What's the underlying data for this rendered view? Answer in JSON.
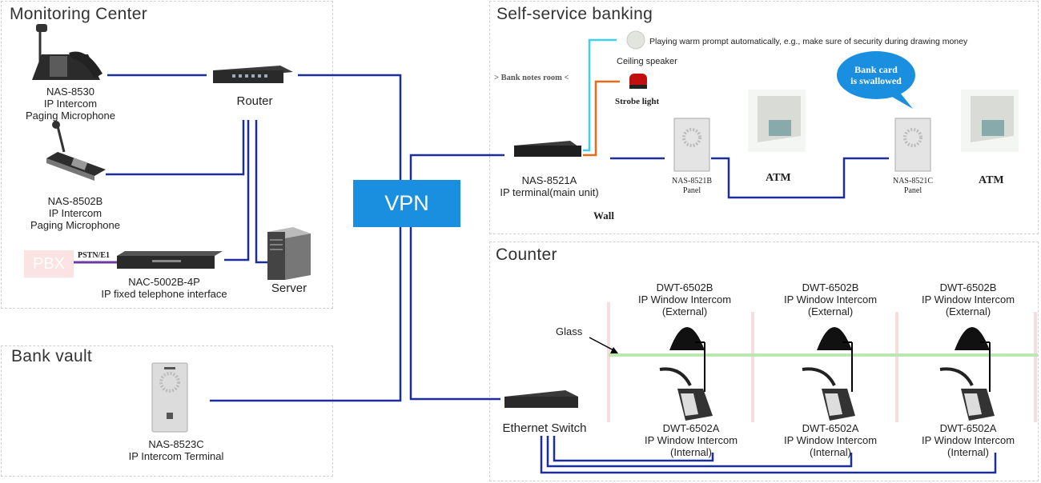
{
  "sections": {
    "monitoring": "Monitoring Center",
    "bank_vault": "Bank vault",
    "self_service": "Self-service banking",
    "counter": "Counter"
  },
  "vpn": "VPN",
  "pbx": "PBX",
  "pstn": "PSTN/E1",
  "devices": {
    "nas8530": [
      "NAS-8530",
      "IP Intercom",
      "Paging Microphone"
    ],
    "nas8502b": [
      "NAS-8502B",
      "IP Intercom",
      "Paging Microphone"
    ],
    "router": "Router",
    "server": "Server",
    "nac5002b": [
      "NAC-5002B-4P",
      "IP fixed telephone interface"
    ],
    "nas8523c": [
      "NAS-8523C",
      "IP Intercom Terminal"
    ],
    "nas8521a": [
      "NAS-8521A",
      "IP terminal(main unit)"
    ],
    "nas8521b": [
      "NAS-8521B",
      "Panel"
    ],
    "nas8521c": [
      "NAS-8521C",
      "Panel"
    ],
    "ethernet_switch": "Ethernet Switch",
    "dwt6502b": [
      "DWT-6502B",
      "IP Window Intercom",
      "(External)"
    ],
    "dwt6502a": [
      "DWT-6502A",
      "IP Window Intercom",
      "(Internal)"
    ]
  },
  "self_service_labels": {
    "warm_prompt": "Playing warm prompt automatically, e.g., make sure of security during drawing money",
    "ceiling_speaker": "Ceiling speaker",
    "strobe_light": "Strobe light",
    "bank_notes_room": "> Bank notes room <",
    "wall": "Wall",
    "atm": "ATM",
    "bank_card_swallowed": [
      "Bank card",
      "is swallowed"
    ]
  },
  "glass": "Glass",
  "colors": {
    "line_blue": "#1c2e99",
    "cyan": "#3fd0f0",
    "orange": "#e86a1a",
    "vpn_blue": "#1a8fe0",
    "glass_green": "#bde6b0"
  }
}
